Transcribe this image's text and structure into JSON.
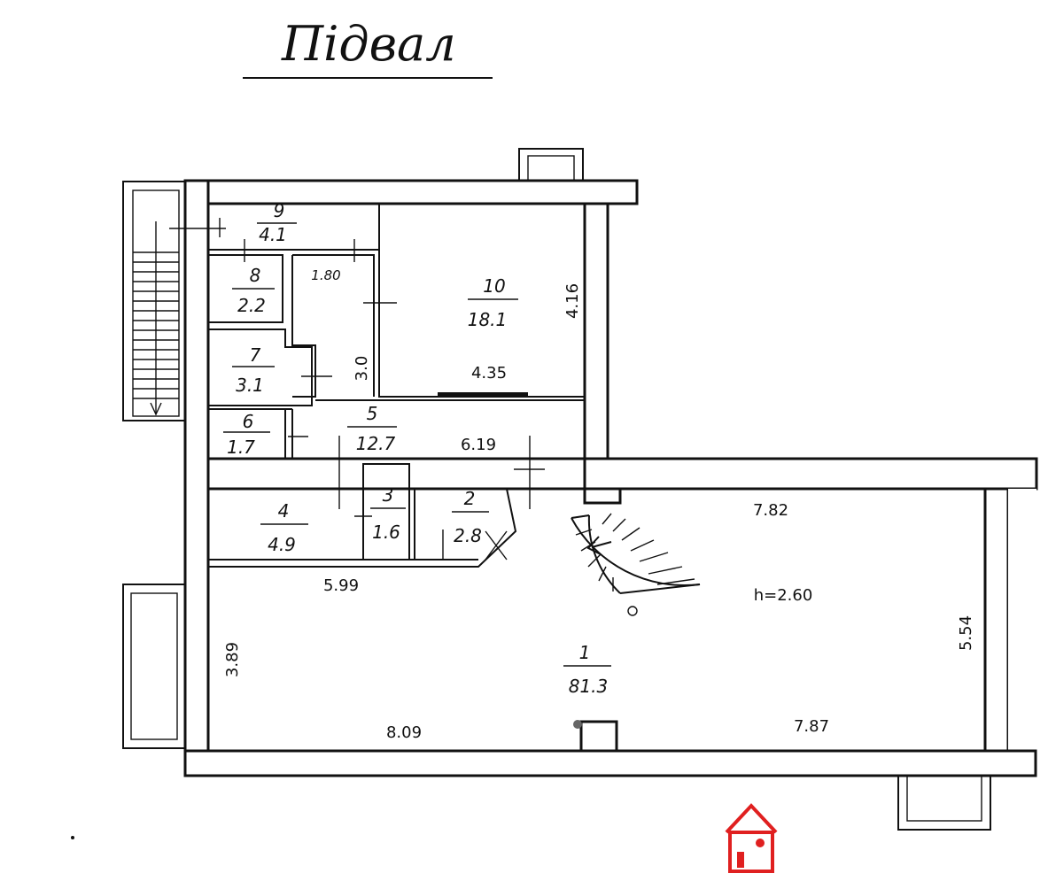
{
  "title": "Підвал",
  "rooms": [
    {
      "id": "1",
      "number": "1",
      "area": "81.3"
    },
    {
      "id": "2",
      "number": "2",
      "area": "2.8"
    },
    {
      "id": "3",
      "number": "3",
      "area": "1.6"
    },
    {
      "id": "4",
      "number": "4",
      "area": "4.9"
    },
    {
      "id": "5",
      "number": "5",
      "area": "12.7"
    },
    {
      "id": "6",
      "number": "6",
      "area": "1.7"
    },
    {
      "id": "7",
      "number": "7",
      "area": "3.1"
    },
    {
      "id": "8",
      "number": "8",
      "area": "2.2"
    },
    {
      "id": "9",
      "number": "9",
      "area": "4.1"
    },
    {
      "id": "10",
      "number": "10",
      "area": "18.1"
    }
  ],
  "dimensions": {
    "d180": "1.80",
    "d416": "4.16",
    "d30": "3.0",
    "d435": "4.35",
    "d619": "6.19",
    "d782": "7.82",
    "d599": "5.99",
    "h": "h=2.60",
    "d554": "5.54",
    "d389": "3.89",
    "d809": "8.09",
    "d787": "7.87"
  },
  "colors": {
    "line": "#111111",
    "watermark": "#e02020"
  },
  "icons": {
    "watermark": "house-logo-icon"
  }
}
